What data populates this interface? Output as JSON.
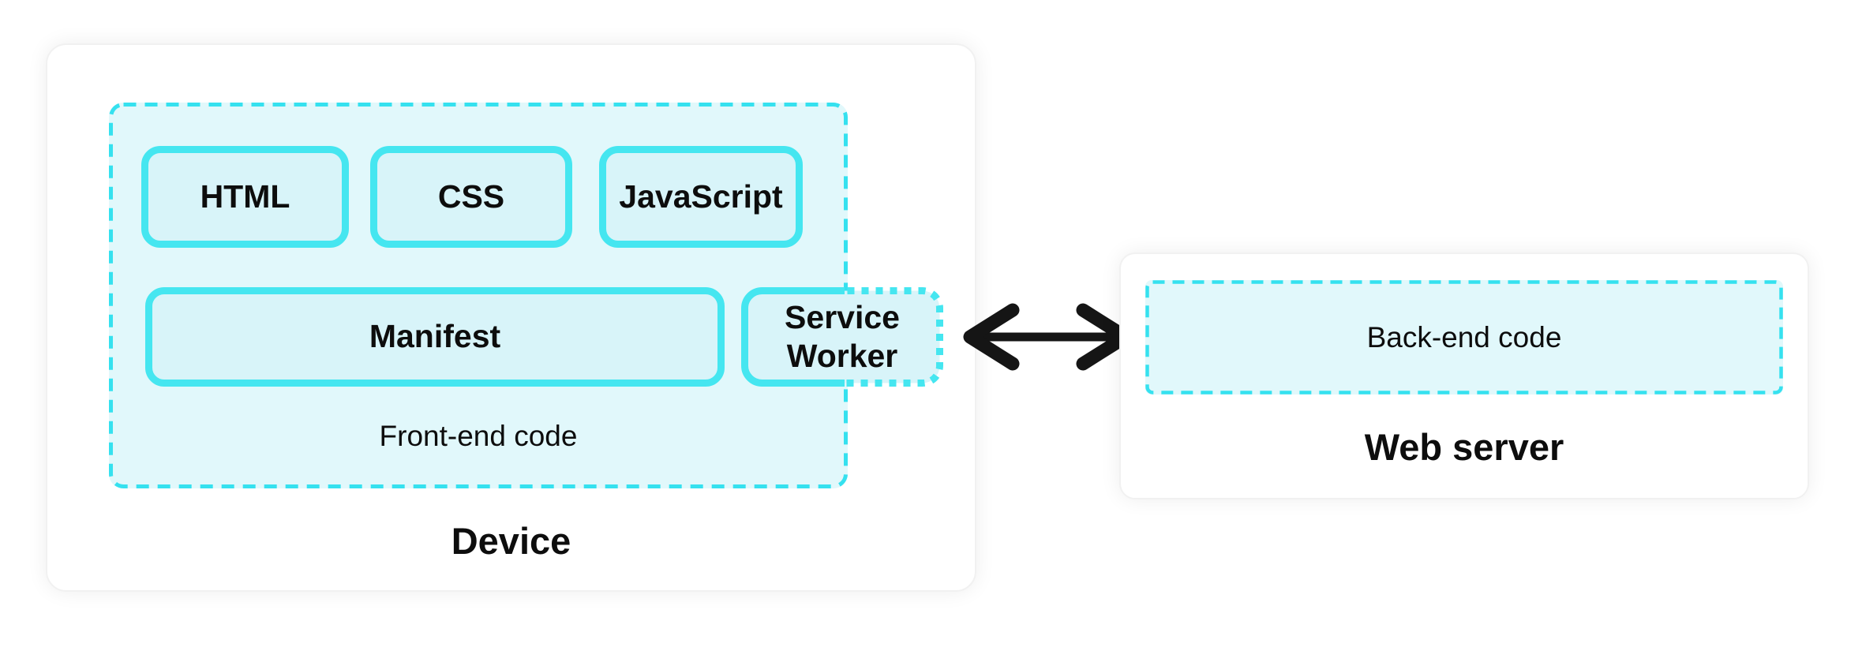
{
  "device": {
    "title": "Device",
    "frontend": {
      "caption": "Front-end code",
      "blocks": {
        "html": "HTML",
        "css": "CSS",
        "javascript": "JavaScript",
        "manifest": "Manifest",
        "service_worker": "Service Worker"
      }
    }
  },
  "web_server": {
    "title": "Web server",
    "backend": {
      "caption": "Back-end code"
    }
  },
  "icons": {
    "connection": "bidirectional-arrow"
  },
  "colors": {
    "cyan_solid": "#45E6F0",
    "cyan_dash": "#35E1EF",
    "fill_container": "#E1F8FB",
    "fill_block": "#D8F4F9",
    "text_color": "#0d0d0d",
    "arrow_color": "#151515",
    "card_bg": "#ffffff",
    "card_border": "#f1f1f1"
  }
}
